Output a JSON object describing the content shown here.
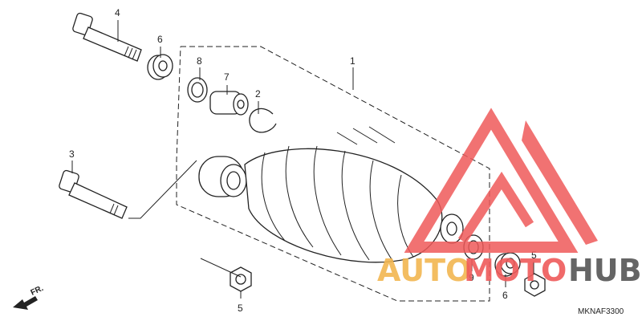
{
  "diagram": {
    "callouts": [
      {
        "id": "c4",
        "label": "4"
      },
      {
        "id": "c6a",
        "label": "6"
      },
      {
        "id": "c8",
        "label": "8"
      },
      {
        "id": "c7",
        "label": "7"
      },
      {
        "id": "c2",
        "label": "2"
      },
      {
        "id": "c1",
        "label": "1"
      },
      {
        "id": "c3",
        "label": "3"
      },
      {
        "id": "c9",
        "label": "9"
      },
      {
        "id": "c5a",
        "label": "5"
      },
      {
        "id": "c6b",
        "label": "6"
      },
      {
        "id": "c5b",
        "label": "5"
      }
    ],
    "direction_label": "FR.",
    "diagram_code": "MKNAF3300"
  },
  "watermark": {
    "text_auto": "AUTO",
    "text_moto": "MOTO",
    "text_hub": "HUB",
    "colors": {
      "auto": "#f2b650",
      "moto": "#ef5a5a",
      "hub": "#555555",
      "logo": "#ef5a5a"
    }
  }
}
